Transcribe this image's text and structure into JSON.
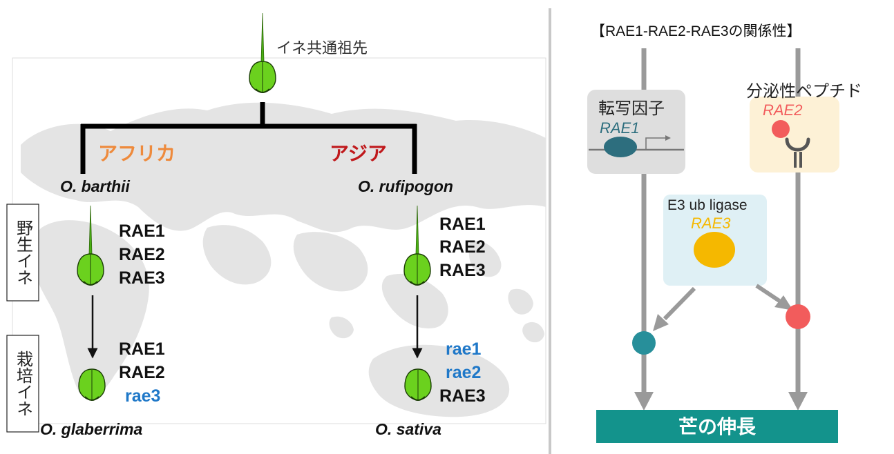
{
  "left_panel": {
    "ancestor_label": "イネ共通祖先",
    "regions": [
      {
        "label": "アフリカ",
        "color": "#ee8a3c"
      },
      {
        "label": "アジア",
        "color": "#c0191c"
      }
    ],
    "stage_labels": {
      "wild": "野生イネ",
      "cultivated": "栽培イネ"
    },
    "species": {
      "wild_africa": "O. barthii",
      "wild_asia": "O. rufipogon",
      "cultivated_africa": "O. glaberrima",
      "cultivated_asia": "O. sativa"
    },
    "gene_sets": {
      "wild_africa": [
        {
          "text": "RAE1",
          "color": "#111111"
        },
        {
          "text": "RAE2",
          "color": "#111111"
        },
        {
          "text": "RAE3",
          "color": "#111111"
        }
      ],
      "wild_asia": [
        {
          "text": "RAE1",
          "color": "#111111"
        },
        {
          "text": "RAE2",
          "color": "#111111"
        },
        {
          "text": "RAE3",
          "color": "#111111"
        }
      ],
      "cultivated_africa": [
        {
          "text": "RAE1",
          "color": "#111111"
        },
        {
          "text": "RAE2",
          "color": "#111111"
        },
        {
          "text": "rae3",
          "color": "#1f78c8"
        }
      ],
      "cultivated_asia": [
        {
          "text": "rae1",
          "color": "#1f78c8"
        },
        {
          "text": "rae2",
          "color": "#1f78c8"
        },
        {
          "text": "RAE3",
          "color": "#111111"
        }
      ]
    }
  },
  "right_panel": {
    "title": "【RAE1-RAE2-RAE3の関係性】",
    "transcription_factor": {
      "label": "転写因子",
      "gene": "RAE1",
      "color": "#2d6e7e"
    },
    "secreted_peptide": {
      "label": "分泌性ペプチド",
      "gene": "RAE2",
      "color": "#f25c5c"
    },
    "e3_ligase": {
      "label": "E3 ub ligase",
      "gene": "RAE3",
      "color": "#f5b800"
    },
    "outcome": "芒の伸長",
    "outcome_color": "#13938c"
  }
}
